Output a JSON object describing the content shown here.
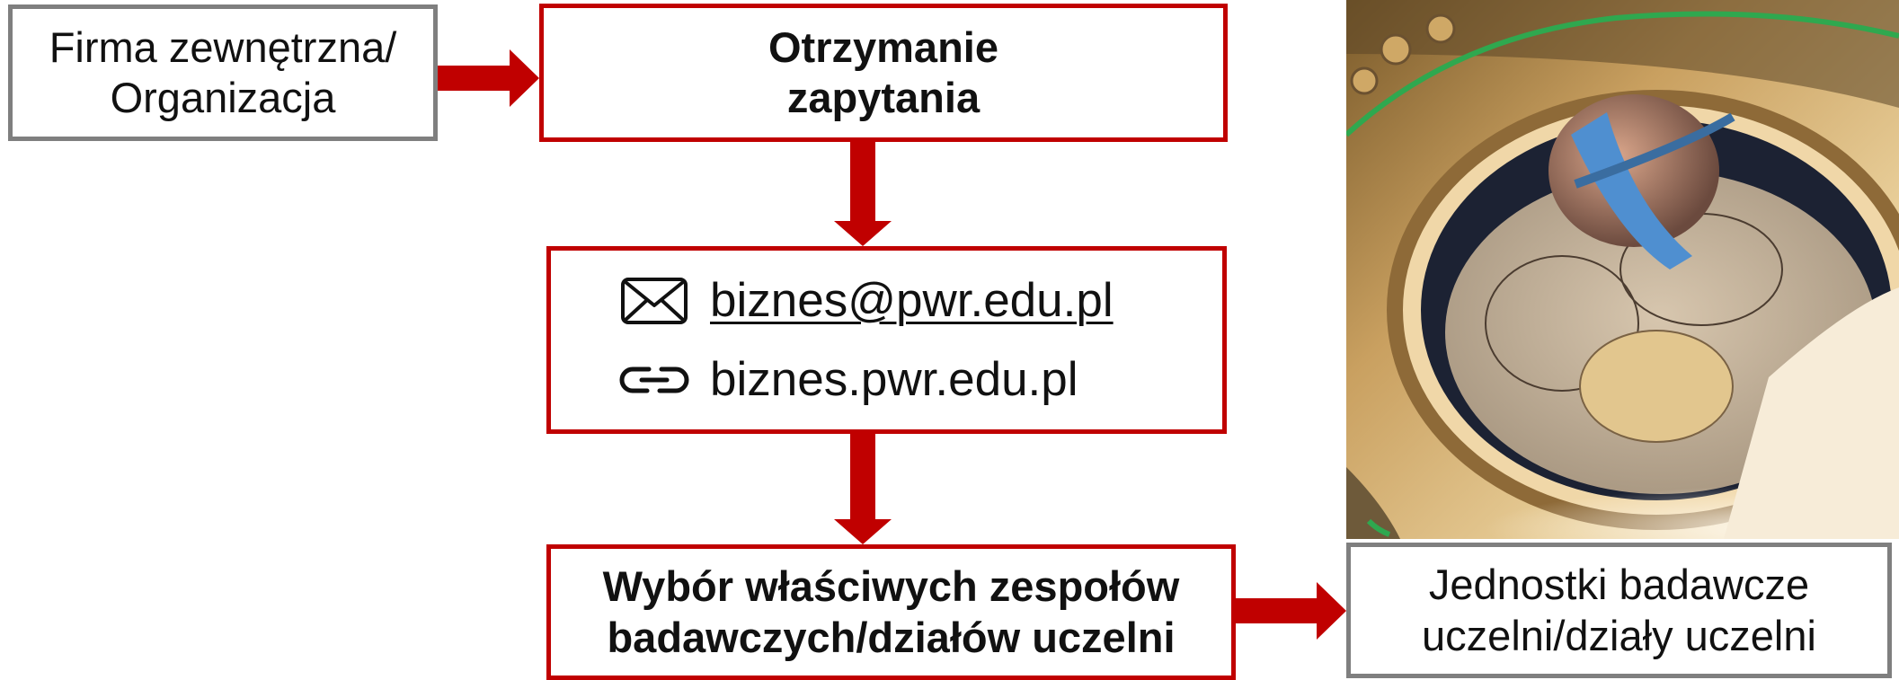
{
  "nodes": {
    "source": {
      "lines": [
        "Firma zewnętrzna/",
        "Organizacja"
      ]
    },
    "receive": {
      "lines": [
        "Otrzymanie",
        "zapytania"
      ]
    },
    "contact": {
      "email": "biznes@pwr.edu.pl",
      "website": "biznes.pwr.edu.pl",
      "email_icon": "envelope-icon",
      "website_icon": "link-icon"
    },
    "select": {
      "lines": [
        "Wybór właściwych zespołów",
        "badawczych/działów uczelni"
      ]
    },
    "units": {
      "lines": [
        "Jednostki badawcze",
        "uczelni/działy uczelni"
      ]
    }
  },
  "colors": {
    "accent_red": "#c00000",
    "box_grey": "#7f7f7f"
  },
  "photo": {
    "subject": "vacuum-chamber-viewport-photo"
  }
}
